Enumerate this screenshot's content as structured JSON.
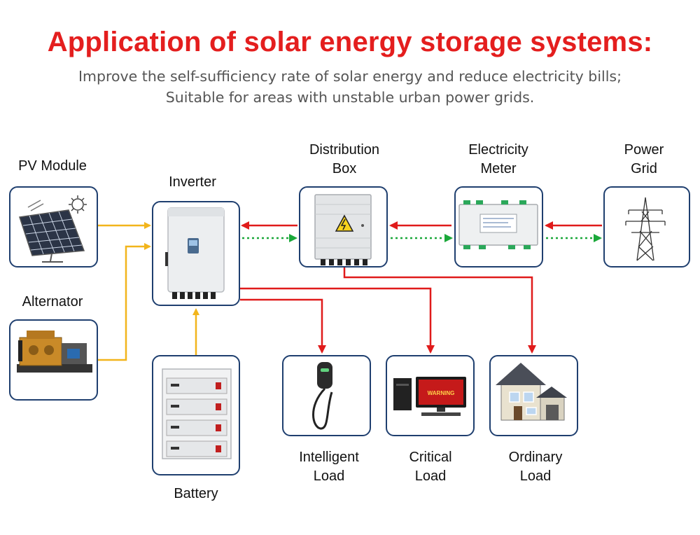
{
  "title": "Application of solar energy storage systems:",
  "subtitle": {
    "line1": "Improve the self-sufficiency rate of solar energy and reduce electricity bills;",
    "line2": "Suitable for areas with unstable urban power grids."
  },
  "labels": {
    "pv_module": "PV Module",
    "inverter": "Inverter",
    "distribution_box": {
      "line1": "Distribution",
      "line2": "Box"
    },
    "electricity_meter": {
      "line1": "Electricity",
      "line2": "Meter"
    },
    "power_grid": {
      "line1": "Power",
      "line2": "Grid"
    },
    "alternator": "Alternator",
    "battery": "Battery",
    "intelligent_load": {
      "line1": "Intelligent",
      "line2": "Load"
    },
    "critical_load": {
      "line1": "Critical",
      "line2": "Load"
    },
    "ordinary_load": {
      "line1": "Ordinary",
      "line2": "Load"
    }
  },
  "monitor_text": "WARNING",
  "colors": {
    "title": "#e41e1e",
    "box_border": "#1f3f6f",
    "yellow_flow": "#f2b51c",
    "red_flow": "#e01b1b",
    "green_flow": "#1aa83a"
  }
}
